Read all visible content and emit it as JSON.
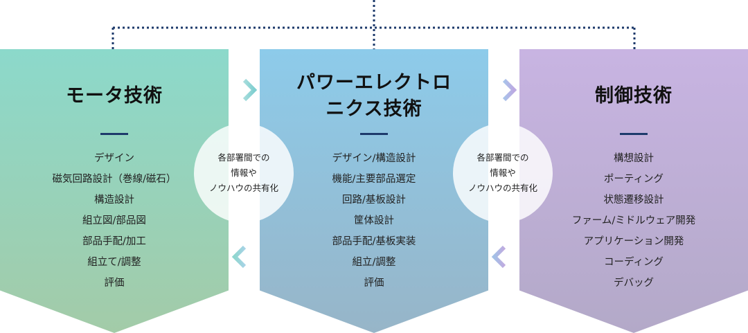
{
  "columns": [
    {
      "id": "motor",
      "title_lines": [
        "モータ技術"
      ],
      "items": [
        "デザイン",
        "磁気回路設計（巻線/磁石）",
        "構造設計",
        "組立図/部品図",
        "部品手配/加工",
        "組立て/調整",
        "評価"
      ]
    },
    {
      "id": "power",
      "title_lines": [
        "パワーエレクトロ",
        "ニクス技術"
      ],
      "items": [
        "デザイン/構造設計",
        "機能/主要部品選定",
        "回路/基板設計",
        "筐体設計",
        "部品手配/基板実装",
        "組立/調整",
        "評価"
      ]
    },
    {
      "id": "control",
      "title_lines": [
        "制御技術"
      ],
      "items": [
        "構想設計",
        "ポーティング",
        "状態遷移設計",
        "ファーム/ミドルウェア開発",
        "アプリケーション開発",
        "コーディング",
        "デバッグ"
      ]
    }
  ],
  "bubbles": [
    {
      "lines": [
        "各部署間での",
        "情報や",
        "ノウハウの共有化"
      ]
    },
    {
      "lines": [
        "各部署間での",
        "情報や",
        "ノウハウの共有化"
      ]
    }
  ],
  "colors": {
    "motor_top": "#8cd9cb",
    "motor_bottom": "#a3cba8",
    "power_top": "#8dcbea",
    "power_bottom": "#97b5c8",
    "control_top": "#c8b4e2",
    "control_bottom": "#b3a9c8",
    "divider": "#1d3a6b",
    "connector": "#1d3a6b",
    "arrow_teal": "#8dd5cf",
    "arrow_lavender": "#b9b2e0"
  }
}
